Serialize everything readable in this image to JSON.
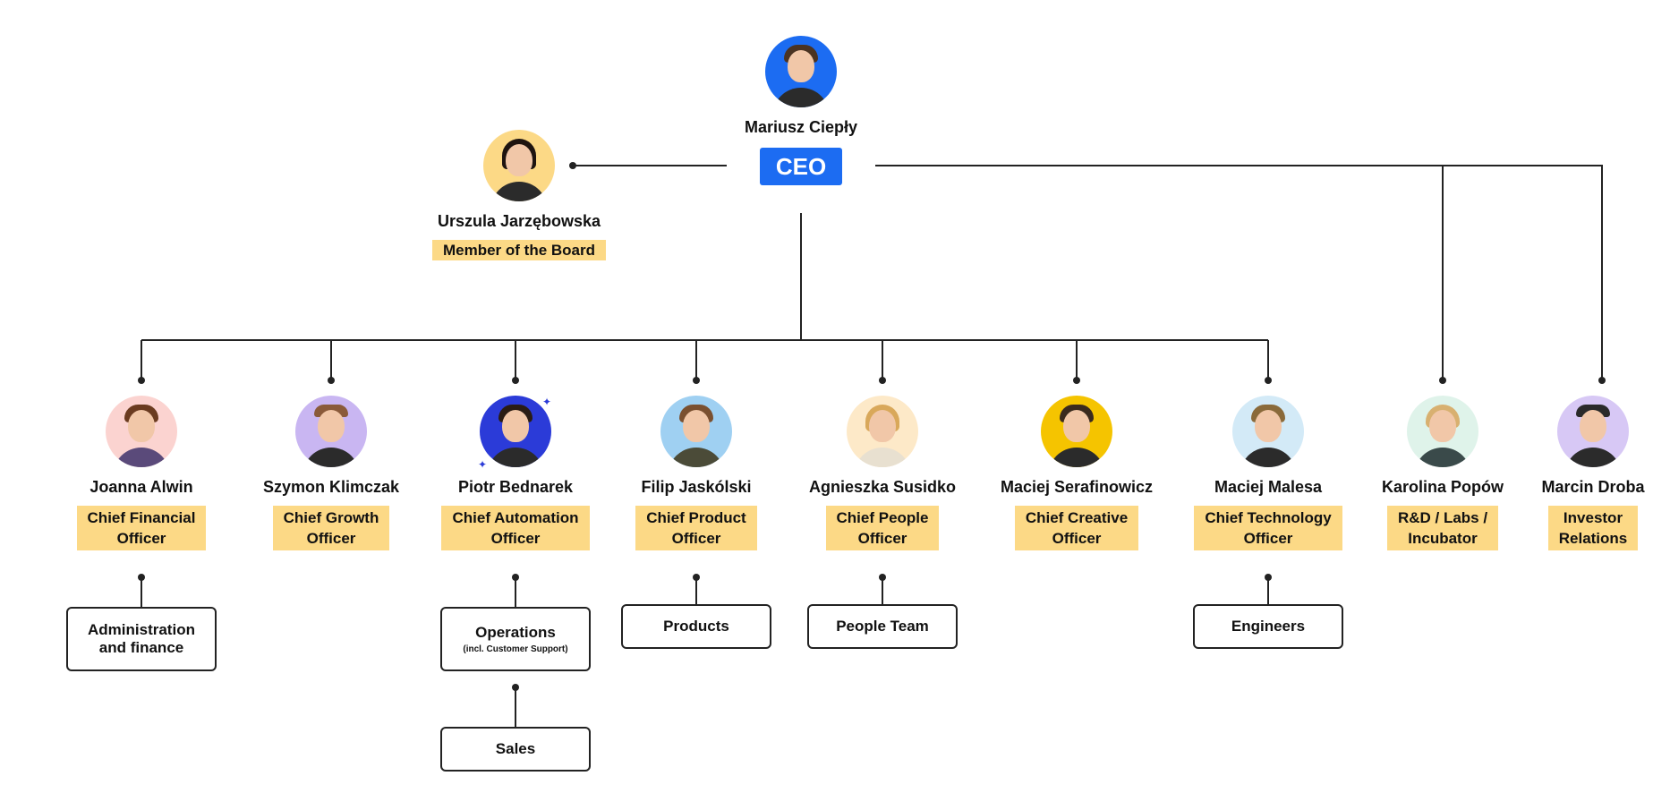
{
  "ceo": {
    "name": "Mariusz Ciepły",
    "role": "CEO",
    "avatar_bg": "#1c6cf2"
  },
  "board": {
    "name": "Urszula Jarzębowska",
    "role": "Member of the Board",
    "avatar_bg": "#fcd986"
  },
  "executives": [
    {
      "name": "Joanna Alwin",
      "role_lines": [
        "Chief Financial",
        "Officer"
      ],
      "avatar_bg": "#fbd3d0"
    },
    {
      "name": "Szymon Klimczak",
      "role_lines": [
        "Chief Growth",
        "Officer"
      ],
      "avatar_bg": "#c9b6f2"
    },
    {
      "name": "Piotr Bednarek",
      "role_lines": [
        "Chief Automation",
        "Officer"
      ],
      "avatar_bg": "#2b3bd8"
    },
    {
      "name": "Filip Jaskólski",
      "role_lines": [
        "Chief Product",
        "Officer"
      ],
      "avatar_bg": "#9fd0f2"
    },
    {
      "name": "Agnieszka Susidko",
      "role_lines": [
        "Chief People",
        "Officer"
      ],
      "avatar_bg": "#fde9c8"
    },
    {
      "name": "Maciej Serafinowicz",
      "role_lines": [
        "Chief Creative",
        "Officer"
      ],
      "avatar_bg": "#f5c400"
    },
    {
      "name": "Maciej Malesa",
      "role_lines": [
        "Chief Technology",
        "Officer"
      ],
      "avatar_bg": "#d3eaf7"
    },
    {
      "name": "Karolina Popów",
      "role_lines": [
        "R&D / Labs /",
        "Incubator"
      ],
      "avatar_bg": "#dff3ea"
    },
    {
      "name": "Marcin Droba",
      "role_lines": [
        "Investor",
        "Relations"
      ],
      "avatar_bg": "#d7c8f5"
    }
  ],
  "teams": {
    "admin": {
      "line1": "Administration",
      "line2": "and finance"
    },
    "operations": {
      "label": "Operations",
      "sub": "(incl. Customer Support)"
    },
    "sales": {
      "label": "Sales"
    },
    "products": {
      "label": "Products"
    },
    "people": {
      "label": "People Team"
    },
    "engineers": {
      "label": "Engineers"
    }
  }
}
